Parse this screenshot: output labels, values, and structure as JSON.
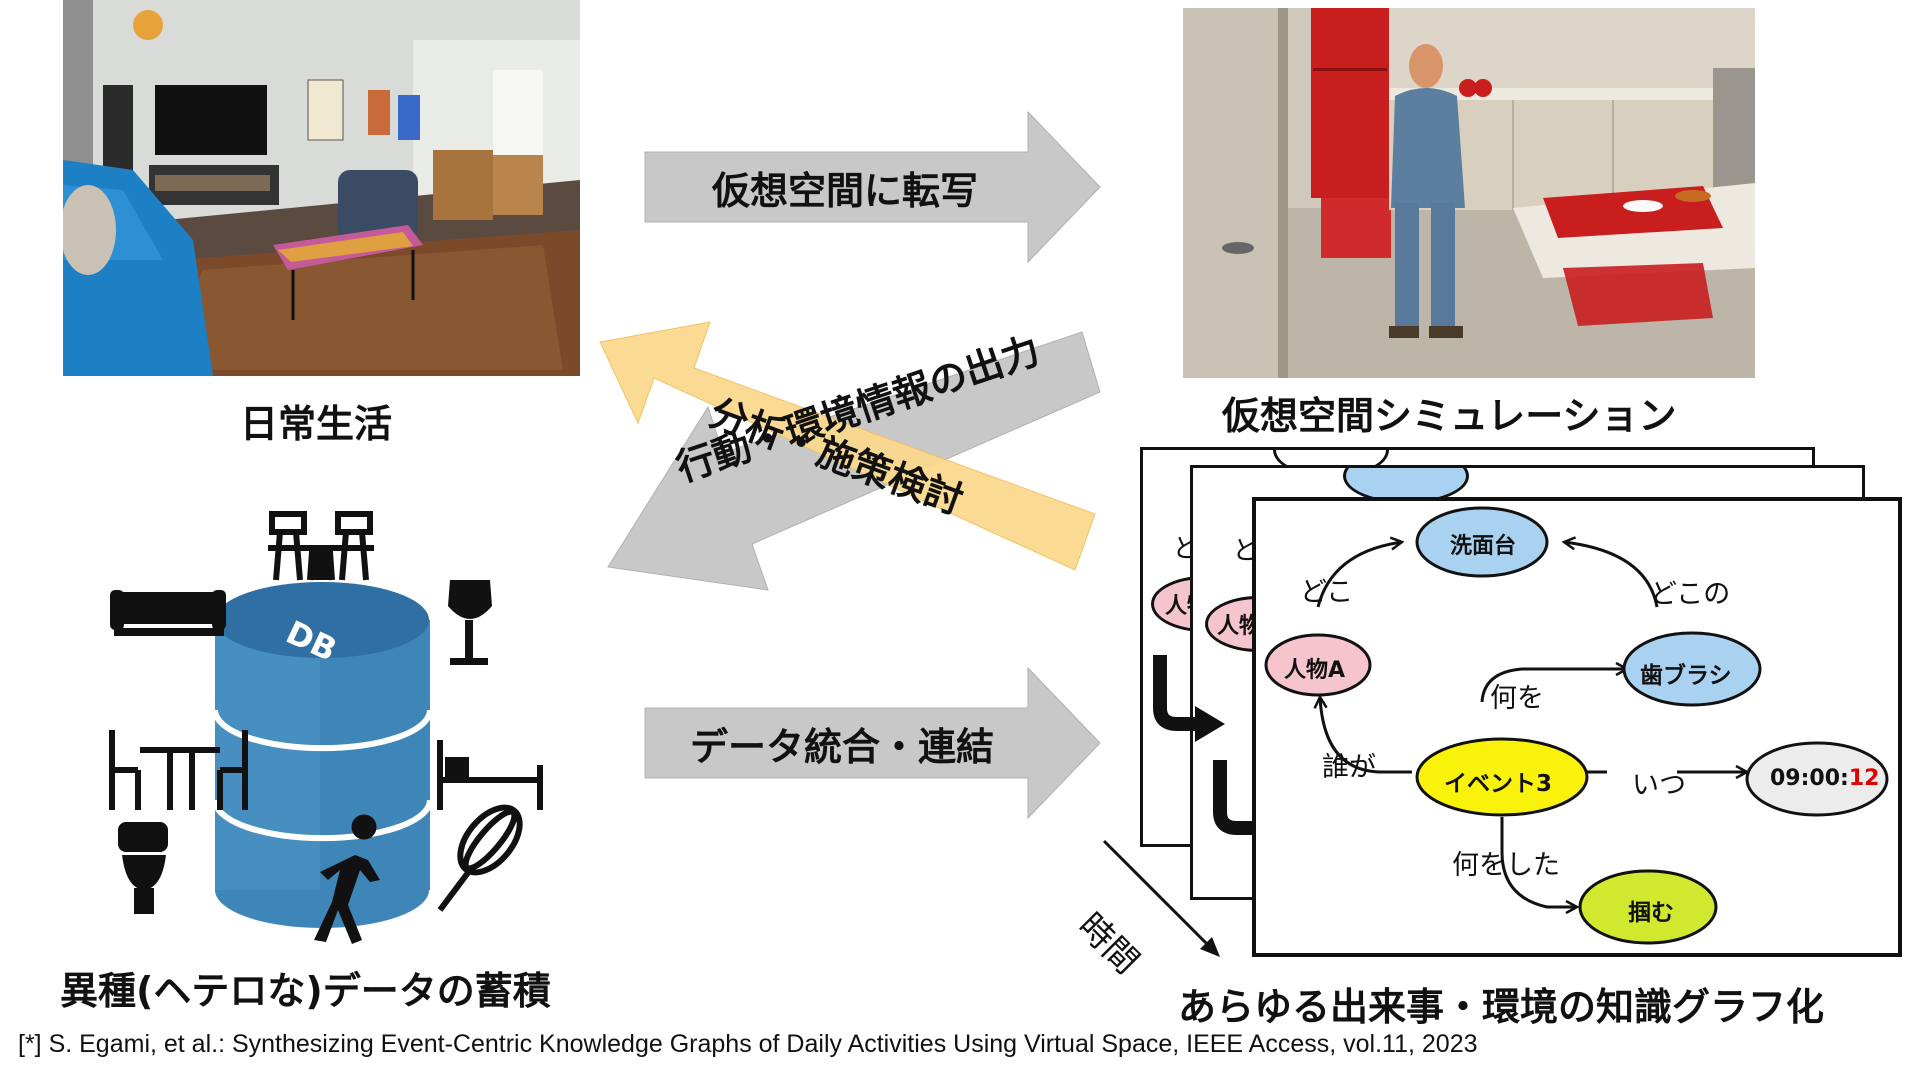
{
  "captions": {
    "daily_life": "日常生活",
    "simulation": "仮想空間シミュレーション",
    "data_accumulation": "異種(ヘテロな)データの蓄積",
    "knowledge_graph": "あらゆる出来事・環境の知識グラフ化"
  },
  "arrows": {
    "transcribe": "仮想空間に転写",
    "output": "行動・環境情報の出力",
    "analysis": "分析・施策検討",
    "integration": "データ統合・連結"
  },
  "db_label": "DB",
  "time_label": "時間",
  "graph": {
    "nodes": {
      "sink": "洗面台",
      "person": "人物A",
      "toothbrush": "歯ブラシ",
      "event": "イベント3",
      "time_prefix": "09:00:",
      "time_seconds": "12",
      "grab": "掴む"
    },
    "edges": {
      "where": "どこ",
      "where_of": "どこの",
      "what": "何を",
      "who": "誰が",
      "when": "いつ",
      "what_did": "何をした"
    },
    "back_fragments": {
      "card1_edge": "ど",
      "card1_node": "人物",
      "card2_edge": "ど",
      "card2_node": "人物"
    }
  },
  "citation": "[*] S. Egami, et al.: Synthesizing Event-Centric Knowledge Graphs of Daily Activities Using Virtual Space, IEEE Access, vol.11, 2023",
  "colors": {
    "arrow_gray": "#c8c8c8",
    "arrow_yellow": "#fbd98f",
    "db_blue": "#3e86b8",
    "node_blue": "#a9d2f0",
    "node_pink": "#f6c4cc",
    "node_yellow": "#f9f20a",
    "node_green": "#d0e92e",
    "node_gray": "#ececec",
    "time_red": "#e00000"
  }
}
